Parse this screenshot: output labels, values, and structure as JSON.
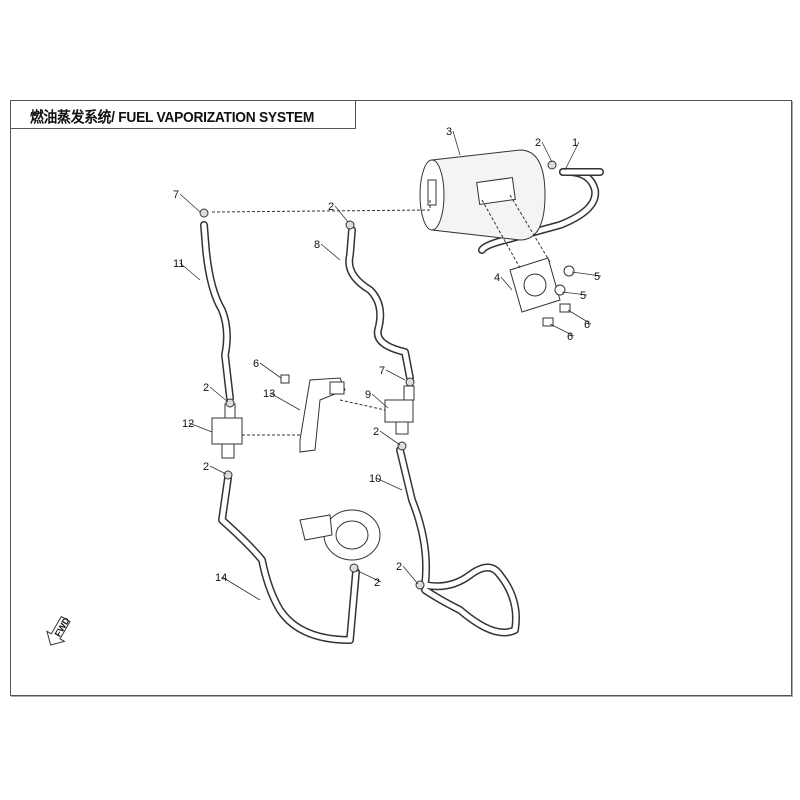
{
  "title": "燃油蒸发系统/ FUEL VAPORIZATION SYSTEM",
  "fwd_label": "FWD",
  "callouts": [
    "1",
    "2",
    "3",
    "2",
    "7",
    "8",
    "11",
    "4",
    "5",
    "5",
    "6",
    "6",
    "6",
    "7",
    "13",
    "9",
    "2",
    "12",
    "2",
    "2",
    "10",
    "14",
    "2",
    "2"
  ]
}
